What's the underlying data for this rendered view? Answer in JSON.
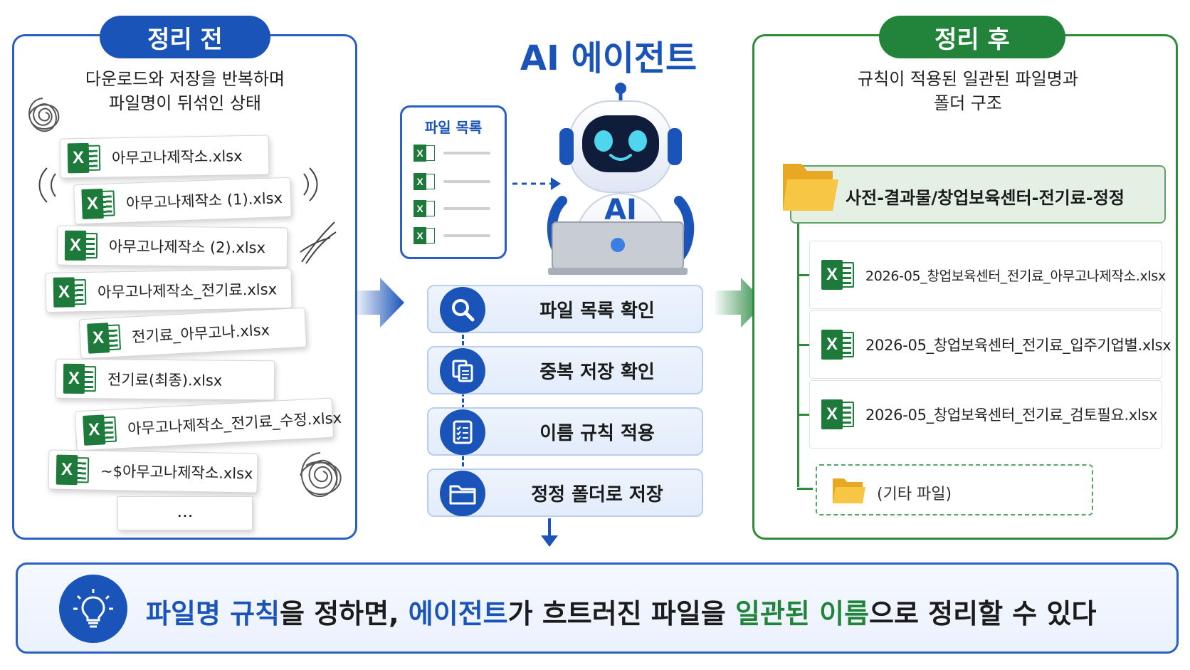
{
  "before": {
    "pill": "정리 전",
    "desc_line1": "다운로드와 저장을 반복하며",
    "desc_line2": "파일명이 뒤섞인 상태",
    "files": [
      "아무고나제작소.xlsx",
      "아무고나제작소 (1).xlsx",
      "아무고나제작소 (2).xlsx",
      "아무고나제작소_전기료.xlsx",
      "전기료_아무고나.xlsx",
      "전기료(최종).xlsx",
      "아무고나제작소_전기료_수정.xlsx",
      "~$아무고나제작소.xlsx"
    ],
    "more": "..."
  },
  "agent": {
    "title": "AI 에이전트",
    "list_title": "파일 목록",
    "robot_badge": "AI",
    "steps": [
      "파일 목록 확인",
      "중복 저장 확인",
      "이름 규칙 적용",
      "정정 폴더로 저장"
    ]
  },
  "after": {
    "pill": "정리 후",
    "desc_line1": "규칙이 적용된 일관된 파일명과",
    "desc_line2": "폴더 구조",
    "folder": "사전-결과물/창업보육센터-전기료-정정",
    "files": [
      "2026-05_창업보육센터_전기료_아무고나제작소.xlsx",
      "2026-05_창업보육센터_전기료_입주기업별.xlsx",
      "2026-05_창업보육센터_전기료_검토필요.xlsx"
    ],
    "other": "(기타 파일)"
  },
  "summary": {
    "p1": "파일명 규칙",
    "p2": "을 정하면, ",
    "p3": "에이전트",
    "p4": "가 흐트러진 파일을 ",
    "p5": "일관된 이름",
    "p6": "으로 정리할 수 있다"
  },
  "colors": {
    "blue": "#1a54b8",
    "green": "#21843a",
    "excel": "#1d7a3b"
  },
  "icons": [
    "excel-icon",
    "search-icon",
    "copy-icon",
    "checklist-icon",
    "folder-icon",
    "lightbulb-icon",
    "robot-icon",
    "laptop-icon",
    "scribble-icon"
  ]
}
